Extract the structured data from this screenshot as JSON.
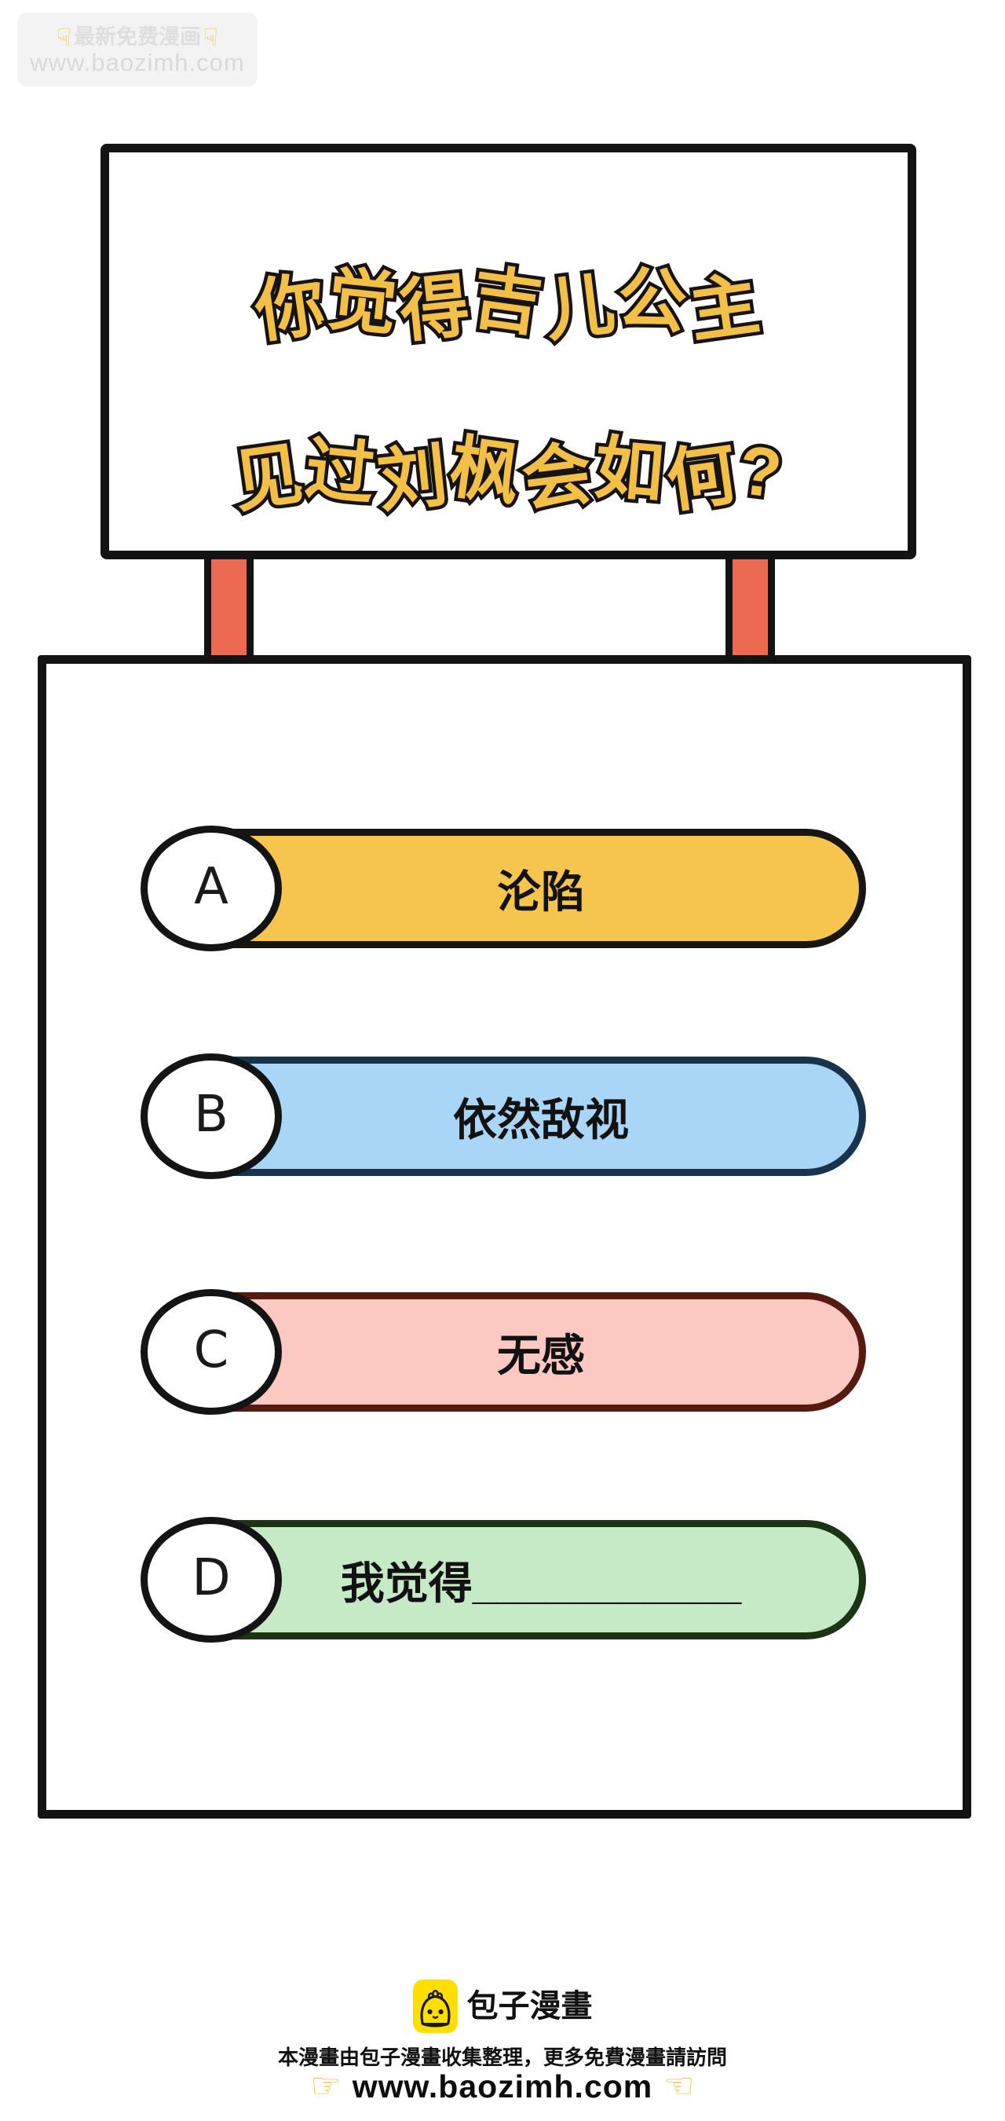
{
  "watermark": {
    "line1": "最新免费漫画",
    "line2": "www.baozimh.com"
  },
  "icons": {
    "point_down": "☟",
    "point_right": "☞",
    "point_left": "☜"
  },
  "sign": {
    "title_line1": "你觉得吉儿公主",
    "title_line2": "见过刘枫会如何?"
  },
  "poll": {
    "options": [
      {
        "key": "A",
        "label": "沦陷",
        "fill": "#F5C54E",
        "border": "#181512"
      },
      {
        "key": "B",
        "label": "依然敌视",
        "fill": "#A9D6F7",
        "border": "#18344C"
      },
      {
        "key": "C",
        "label": "无感",
        "fill": "#FBC9C2",
        "border": "#571A10"
      },
      {
        "key": "D",
        "label": "我觉得___________",
        "fill": "#C5EAC5",
        "border": "#1B3413"
      }
    ]
  },
  "footer": {
    "brand": "包子漫畫",
    "notice": "本漫畫由包子漫畫收集整理，更多免費漫畫請訪問",
    "url": "www.baozimh.com"
  },
  "colors": {
    "title_yellow": "#F2BF47",
    "outline_black": "#171310",
    "post_red": "#EC6A52",
    "logo_yellow": "#FFDF00",
    "hand_yellow": "#F5C43C",
    "watermark_gray": "#DEDEDE"
  }
}
